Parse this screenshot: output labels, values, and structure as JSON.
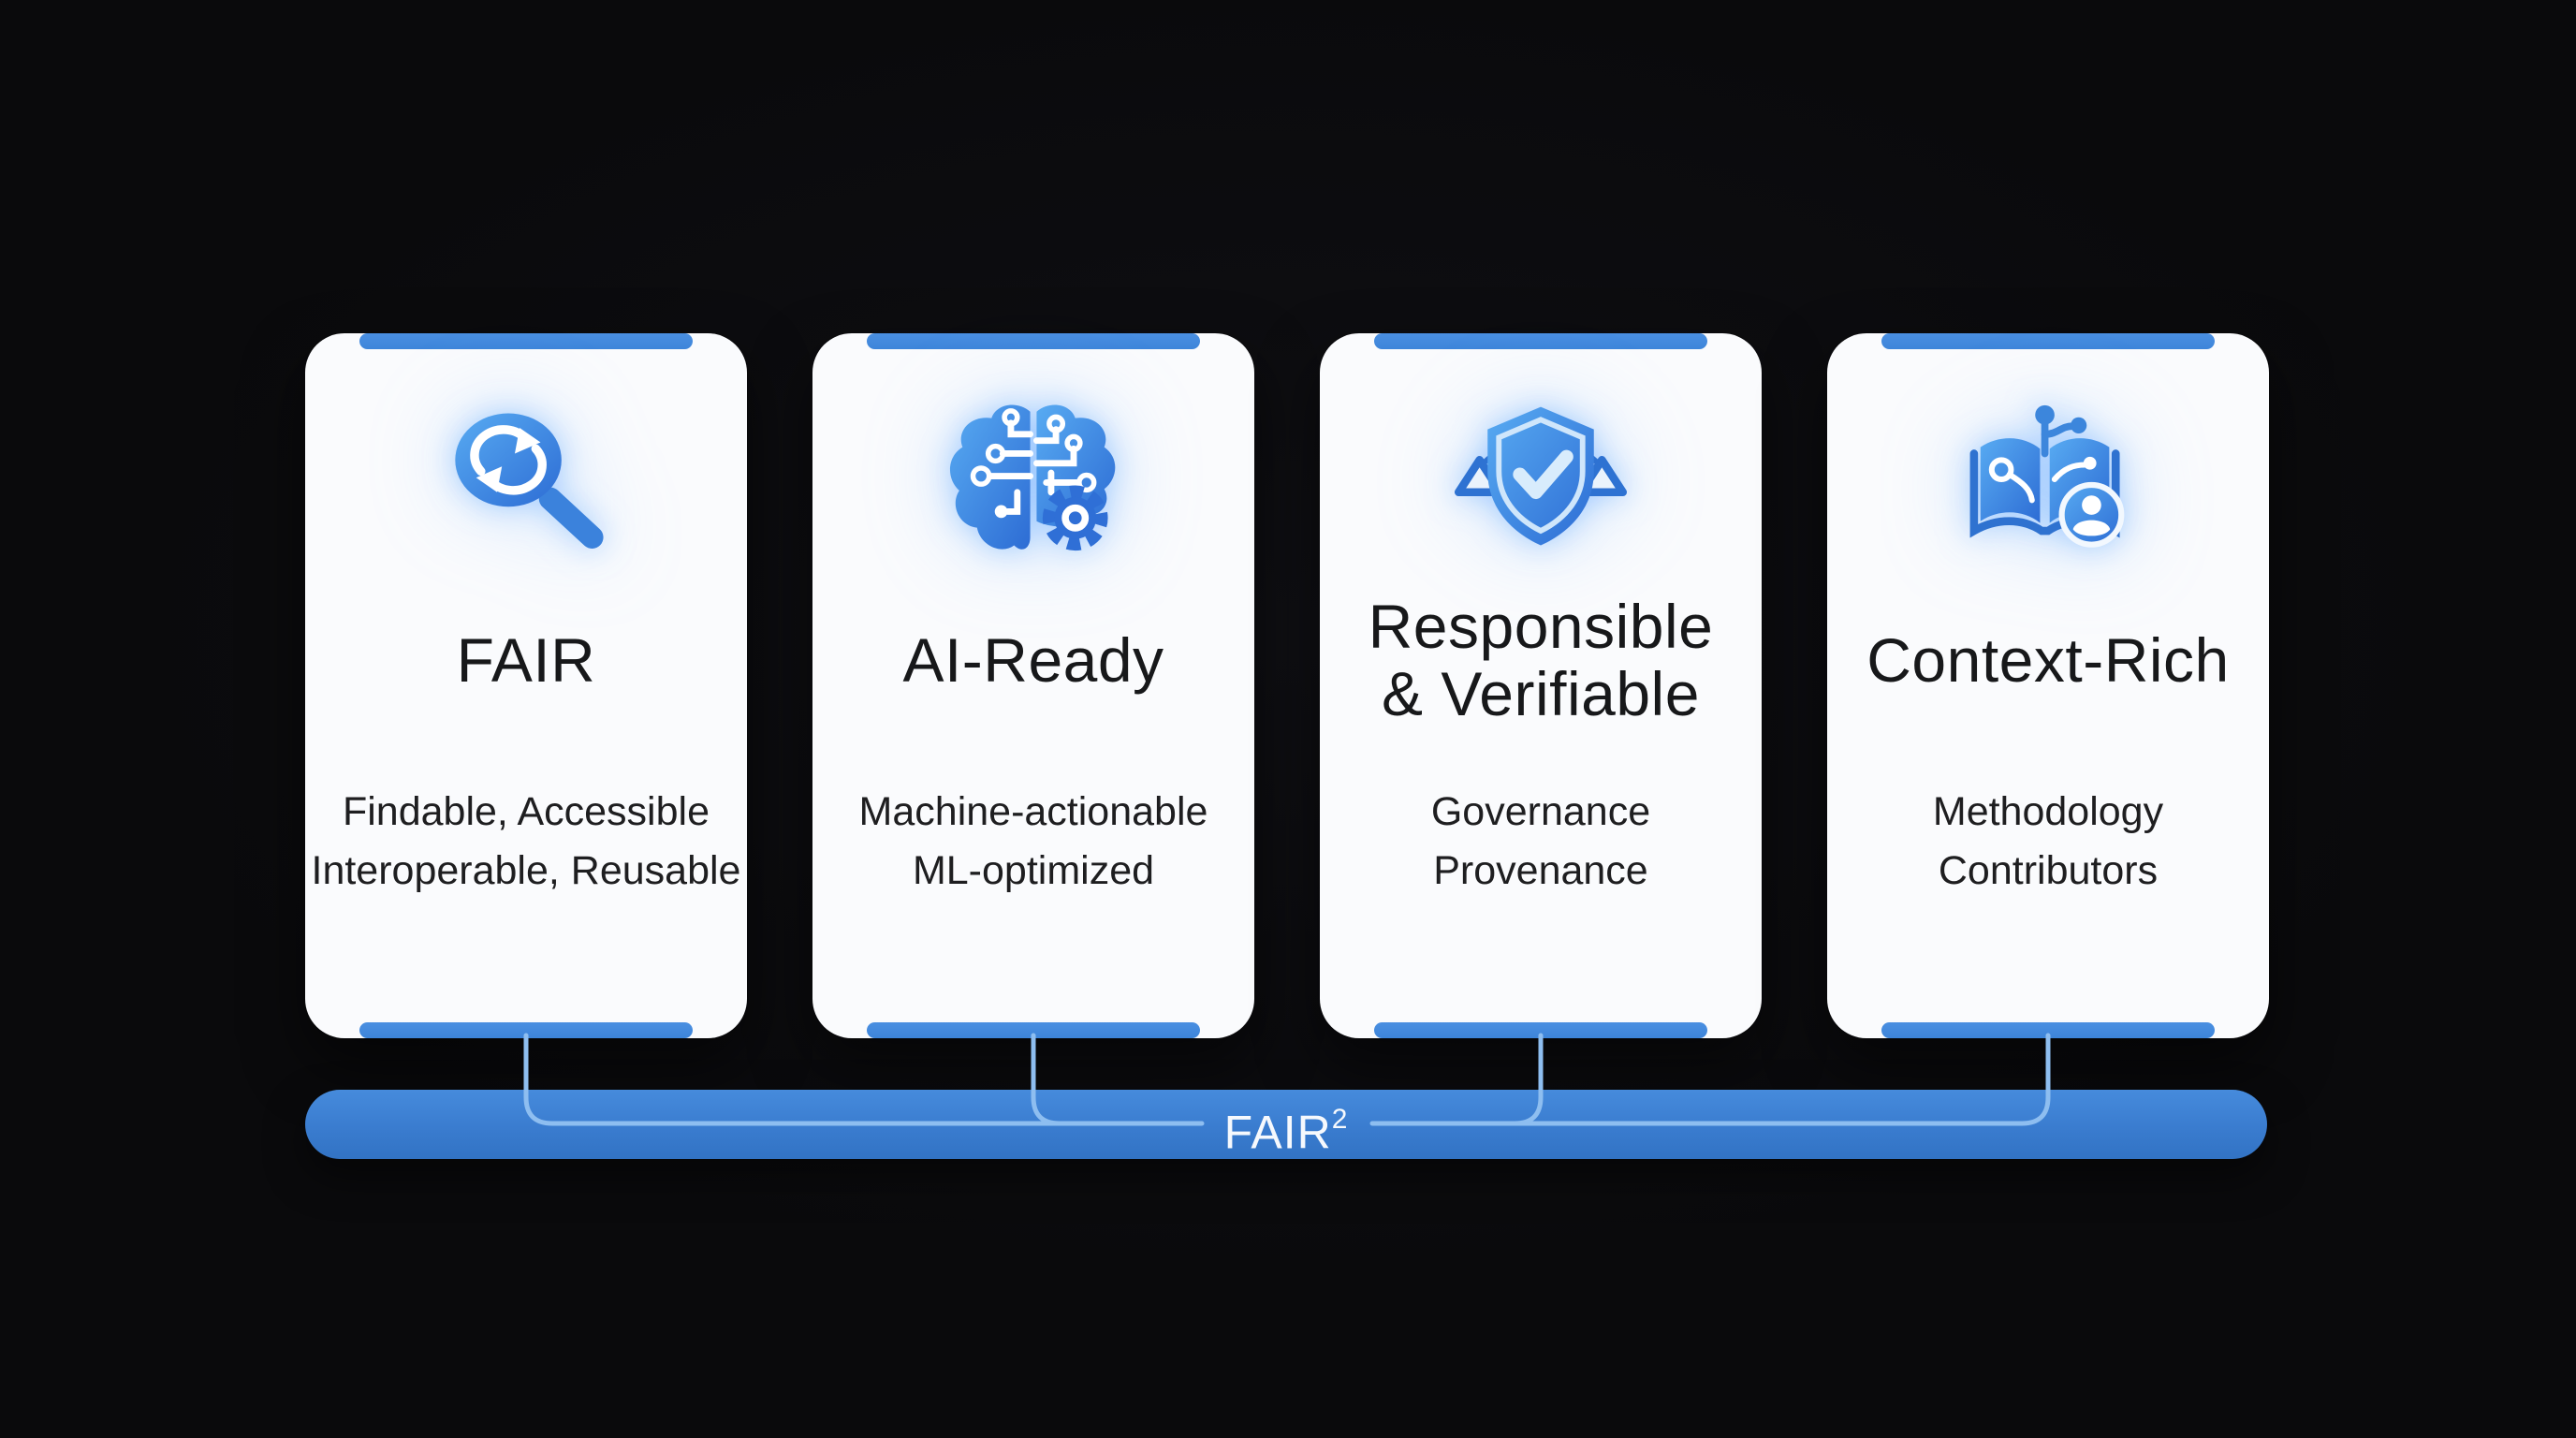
{
  "figure": {
    "kind": "infographic-diagram",
    "description_visible_text_only": true
  },
  "colors": {
    "background": "#0a0a0c",
    "background_center": "#101014",
    "card": "#fafbfd",
    "accent": "#3d85da",
    "bar": "#3a7ccf",
    "connector": "#8ebef0",
    "title": "#17181a",
    "text": "#1e1e20",
    "bar_text": "#f6f9fd",
    "icon_blue_light": "#58abf2",
    "icon_blue_deep": "#2d6cd4"
  },
  "cards": [
    {
      "id": "fair",
      "icon": "magnifier-sync-icon",
      "title_lines": [
        "FAIR"
      ],
      "subtitle_lines": [
        "Findable, Accessible",
        "Interoperable, Reusable"
      ]
    },
    {
      "id": "ai-ready",
      "icon": "brain-circuit-gear-icon",
      "title_lines": [
        "AI-Ready"
      ],
      "subtitle_lines": [
        "Machine-actionable",
        "ML-optimized"
      ]
    },
    {
      "id": "responsible-verifiable",
      "icon": "shield-check-scales-icon",
      "title_lines": [
        "Responsible",
        "& Verifiable"
      ],
      "subtitle_lines": [
        "Governance",
        "Provenance"
      ]
    },
    {
      "id": "context-rich",
      "icon": "book-network-person-icon",
      "title_lines": [
        "Context-Rich"
      ],
      "subtitle_lines": [
        "Methodology",
        "Contributors"
      ]
    }
  ],
  "bottom_bar": {
    "label": "FAIR",
    "superscript": "2",
    "full_text": "FAIR²"
  }
}
